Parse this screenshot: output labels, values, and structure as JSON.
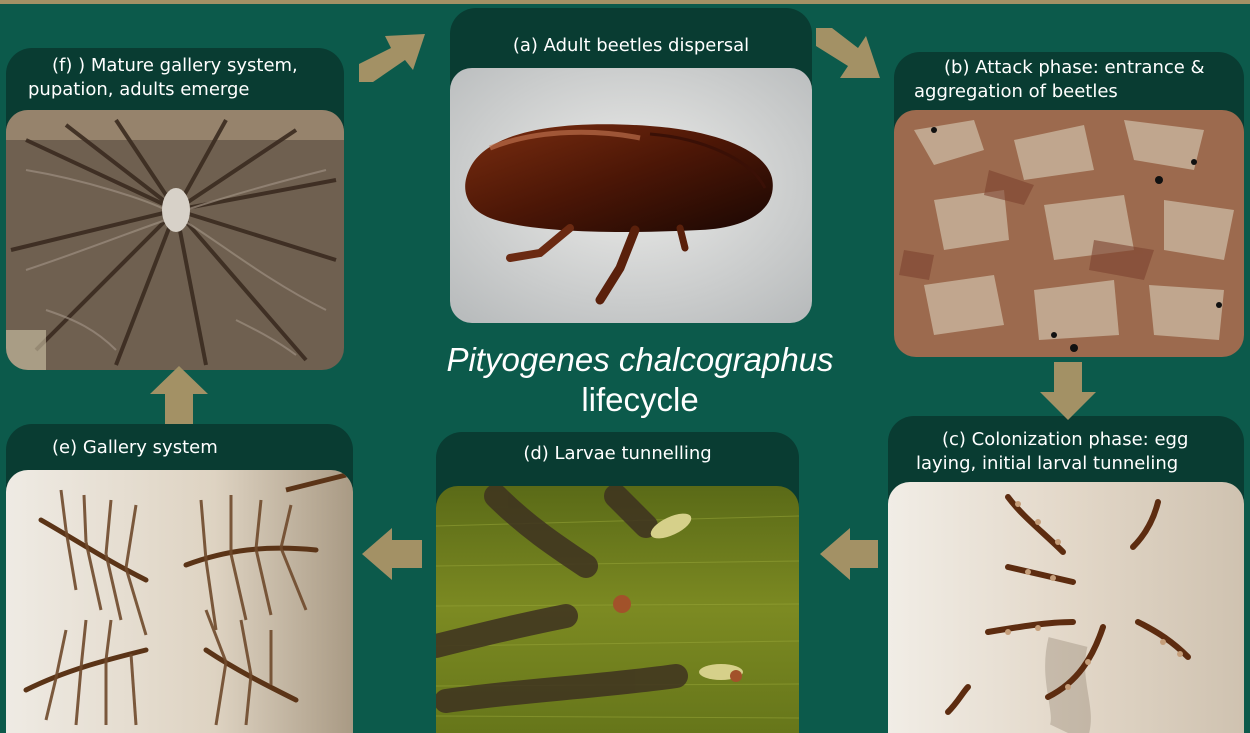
{
  "title": {
    "species": "Pityogenes chalcographus",
    "subtitle": "lifecycle"
  },
  "stages": {
    "a": {
      "label": "(a) Adult  beetles dispersal"
    },
    "b": {
      "label_line1": "(b) Attack phase: entrance &",
      "label_line2": "aggregation  of beetles"
    },
    "c": {
      "label_line1": "(c) Colonization phase: egg",
      "label_line2": "laying, initial larval tunneling"
    },
    "d": {
      "label": "(d) Larvae tunnelling"
    },
    "e": {
      "label": "(e) Gallery system"
    },
    "f": {
      "label_line1": "(f) ) Mature gallery system,",
      "label_line2": "pupation, adults emerge"
    }
  },
  "colors": {
    "background": "#0c5a4b",
    "card": "#093c32",
    "arrow": "#a39165",
    "text": "#ffffff"
  },
  "icons": [
    "arrow-right-icon",
    "arrow-down-icon",
    "arrow-left-icon",
    "arrow-up-icon"
  ]
}
